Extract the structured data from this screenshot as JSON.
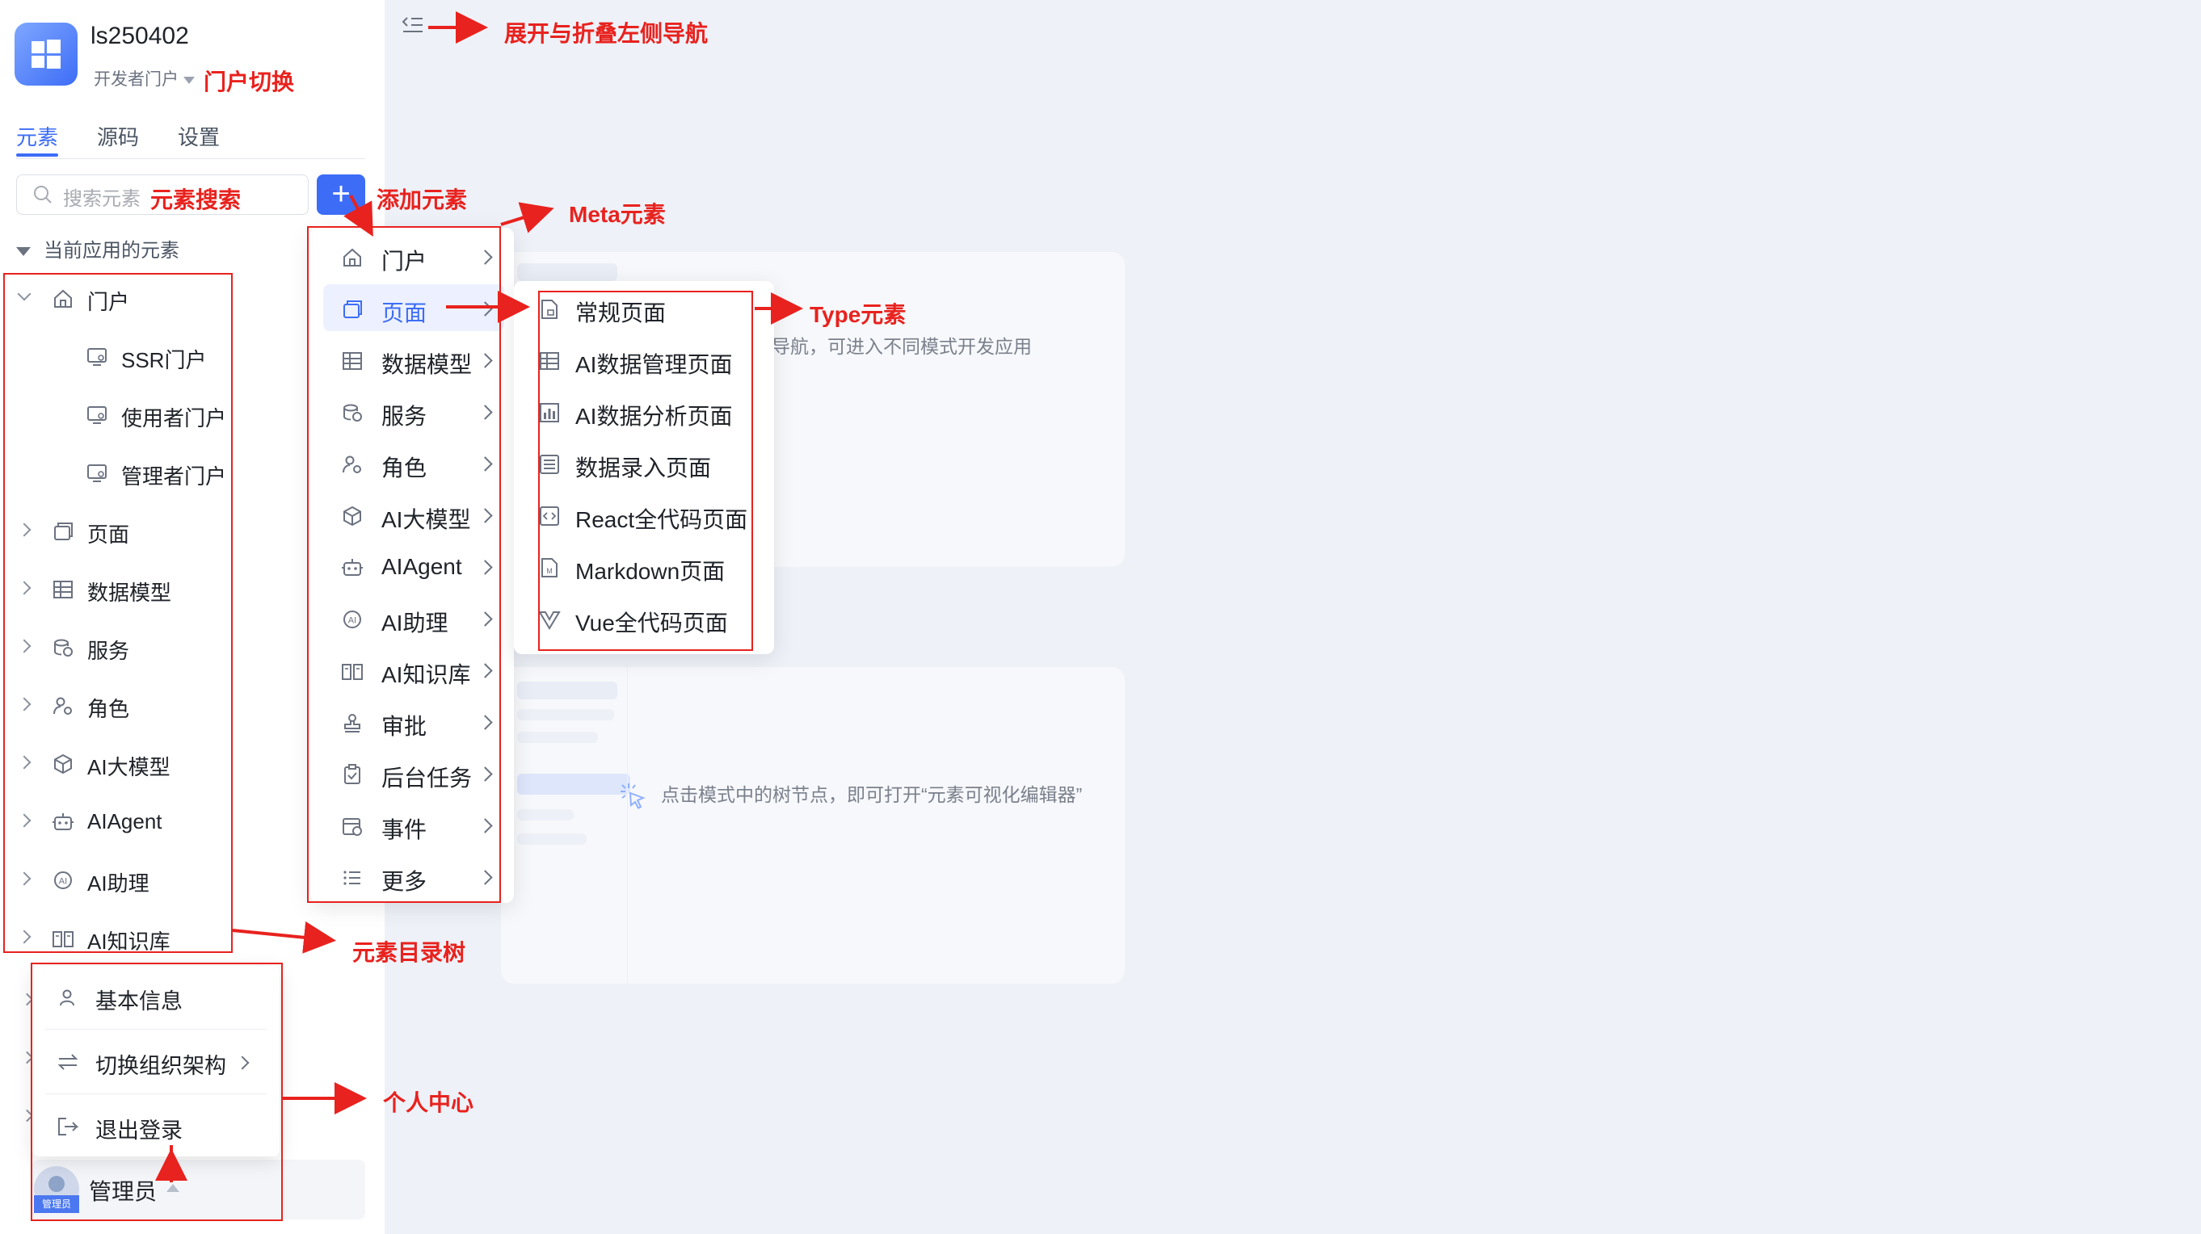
{
  "app": {
    "name": "ls250402",
    "portal": "开发者门户"
  },
  "tabs": [
    {
      "label": "元素"
    },
    {
      "label": "源码"
    },
    {
      "label": "设置"
    }
  ],
  "search": {
    "placeholder": "搜索元素"
  },
  "add_button": {
    "label": "+"
  },
  "tree": {
    "header": "当前应用的元素",
    "items": [
      {
        "label": "门户",
        "icon": "home-icon"
      },
      {
        "label": "SSR门户",
        "icon": "monitor-icon"
      },
      {
        "label": "使用者门户",
        "icon": "monitor-icon"
      },
      {
        "label": "管理者门户",
        "icon": "monitor-icon"
      },
      {
        "label": "页面",
        "icon": "pages-icon"
      },
      {
        "label": "数据模型",
        "icon": "table-icon"
      },
      {
        "label": "服务",
        "icon": "database-icon"
      },
      {
        "label": "角色",
        "icon": "role-icon"
      },
      {
        "label": "AI大模型",
        "icon": "cube-icon"
      },
      {
        "label": "AIAgent",
        "icon": "robot-icon"
      },
      {
        "label": "AI助理",
        "icon": "ai-assistant-icon"
      },
      {
        "label": "AI知识库",
        "icon": "book-icon"
      }
    ]
  },
  "meta_menu": [
    {
      "label": "门户",
      "icon": "home-icon"
    },
    {
      "label": "页面",
      "icon": "pages-icon",
      "active": true
    },
    {
      "label": "数据模型",
      "icon": "table-icon"
    },
    {
      "label": "服务",
      "icon": "database-icon"
    },
    {
      "label": "角色",
      "icon": "role-icon"
    },
    {
      "label": "AI大模型",
      "icon": "cube-icon"
    },
    {
      "label": "AIAgent",
      "icon": "robot-icon"
    },
    {
      "label": "AI助理",
      "icon": "ai-assistant-icon"
    },
    {
      "label": "AI知识库",
      "icon": "book-icon"
    },
    {
      "label": "审批",
      "icon": "stamp-icon"
    },
    {
      "label": "后台任务",
      "icon": "task-icon"
    },
    {
      "label": "事件",
      "icon": "event-icon"
    },
    {
      "label": "更多",
      "icon": "list-icon"
    }
  ],
  "type_menu": [
    {
      "label": "常规页面",
      "icon": "page-icon"
    },
    {
      "label": "AI数据管理页面",
      "icon": "table-icon"
    },
    {
      "label": "AI数据分析页面",
      "icon": "bar-chart-icon"
    },
    {
      "label": "数据录入页面",
      "icon": "form-icon"
    },
    {
      "label": "React全代码页面",
      "icon": "code-icon"
    },
    {
      "label": "Markdown页面",
      "icon": "markdown-icon"
    },
    {
      "label": "Vue全代码页面",
      "icon": "vue-icon"
    }
  ],
  "user_menu": [
    {
      "label": "基本信息",
      "icon": "user-icon"
    },
    {
      "label": "切换组织架构",
      "icon": "swap-icon"
    },
    {
      "label": "退出登录",
      "icon": "logout-icon"
    }
  ],
  "user": {
    "name": "管理员",
    "avatar_caption": "管理员"
  },
  "main": {
    "hint_top": "导航，可进入不同模式开发应用",
    "hint_bottom": "点击模式中的树节点，即可打开“元素可视化编辑器”"
  },
  "annotations": {
    "collapse_nav": "展开与折叠左侧导航",
    "portal_switch": "门户切换",
    "element_search": "元素搜索",
    "add_element": "添加元素",
    "meta_element": "Meta元素",
    "type_element": "Type元素",
    "element_tree": "元素目录树",
    "personal_center": "个人中心"
  },
  "colors": {
    "accent": "#3d6df6",
    "annotation": "#e8221e",
    "sidebar_bg": "#ffffff",
    "main_bg": "#eef1f8"
  }
}
